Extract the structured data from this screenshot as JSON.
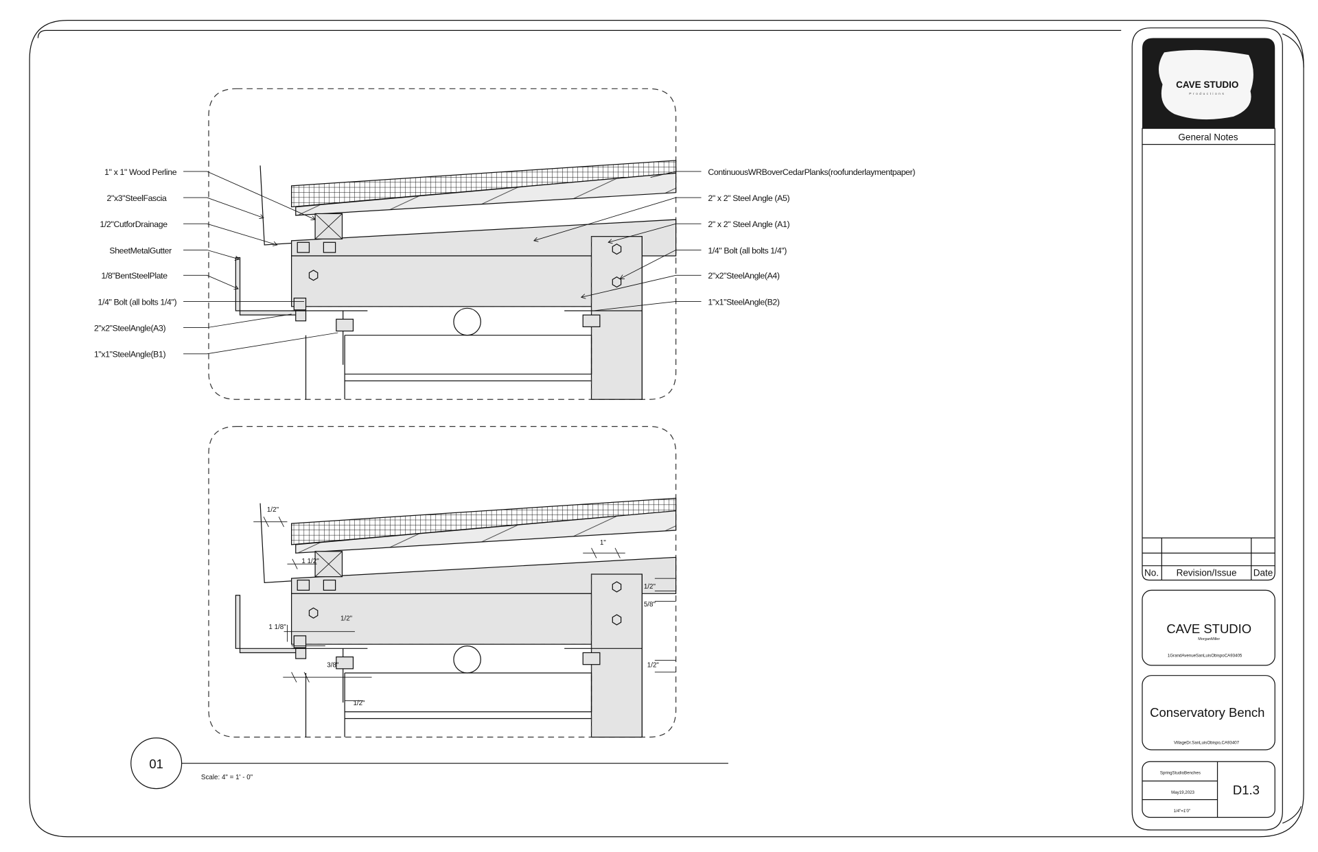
{
  "sheet": {
    "detail_number": "01",
    "scale": "Scale: 4\" = 1' - 0\""
  },
  "callouts_left": [
    "1\" x 1\" Wood Perline",
    "2\"x3\"SteelFascia",
    "1/2\"CutforDrainage",
    "SheetMetalGutter",
    "1/8\"BentSteelPlate",
    "1/4\" Bolt (all bolts 1/4\")",
    "2\"x2\"SteelAngle(A3)",
    "1\"x1\"SteelAngle(B1)"
  ],
  "callouts_right": [
    "ContinuousWRBoverCedarPlanks(roofunderlaymentpaper)",
    "2\" x 2\" Steel Angle (A5)",
    "2\" x 2\" Steel Angle (A1)",
    "1/4\" Bolt (all bolts 1/4\")",
    "2\"x2\"SteelAngle(A4)",
    "1\"x1\"SteelAngle(B2)"
  ],
  "dimensions": [
    "1/2\"",
    "1 1/2\"",
    "1 1/8\"",
    "1/2\"",
    "3/8\"",
    "1\"",
    "1/2\"",
    "5/8\"",
    "1/2\"",
    "1/2\""
  ],
  "title_block": {
    "logo_title": "CAVE STUDIO",
    "logo_subtitle": "Productions",
    "general_notes": "General Notes",
    "revision_headers": {
      "no": "No.",
      "revision": "Revision/Issue",
      "date": "Date"
    },
    "firm_name": "CAVE STUDIO",
    "firm_person": "MorganMiller",
    "firm_address": "1GrandAvenueSanLuisObispoCA93405",
    "project_name": "Conservatory Bench",
    "project_address": "VillageDr.SanLuisObispo,CA93407",
    "project_series": "SpringStudioBenches",
    "date": "May19,2023",
    "sheet_scale": "1/4\"=1'0\"",
    "sheet_number": "D1.3"
  }
}
